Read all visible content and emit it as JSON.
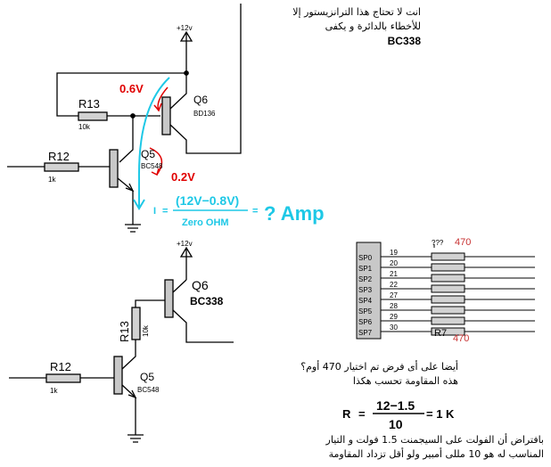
{
  "colors": {
    "wire": "#000000",
    "red": "#e00000",
    "cyan": "#1ec8e6",
    "ic_fill": "#c8c8c8",
    "res_fill": "#d2d2d2",
    "annot_red": "#c83232"
  },
  "top_circuit": {
    "vcc_label": "+12v",
    "r13_label": "R13",
    "r13_value": "10k",
    "r12_label": "R12",
    "r12_value": "1k",
    "q6_label": "Q6",
    "q6_part": "BD136",
    "q5_label": "Q5",
    "q5_part": "BC548",
    "voltage_1": "0.6V",
    "voltage_2": "0.2V"
  },
  "current_equation": {
    "lhs": "I",
    "equals": "=",
    "numerator": "(12V−0.8V)",
    "denominator": "Zero OHM",
    "equals2": "=",
    "result": "? Amp"
  },
  "bottom_circuit": {
    "vcc_label": "+12v",
    "r13_label": "R13",
    "r13_value": "10k",
    "r12_label": "R12",
    "r12_value": "1k",
    "q6_label": "Q6",
    "q6_part": "BC338",
    "q5_label": "Q5",
    "q5_part": "BC548"
  },
  "resistor_network": {
    "pins": [
      "SP0",
      "SP1",
      "SP2",
      "SP3",
      "SP4",
      "SP5",
      "SP6",
      "SP7"
    ],
    "pin_numbers": [
      "19",
      "20",
      "21",
      "22",
      "27",
      "28",
      "29",
      "30"
    ],
    "top_value": "470",
    "top_partial": "???",
    "label": "R7",
    "bottom_value": "470"
  },
  "text_top_right": {
    "line1": "انت لا تحتاج هذا الترانزيستور إلا",
    "line2": "للأخطاء بالدائرة و يكفى",
    "line3": "BC338"
  },
  "text_middle_right": {
    "line1": "أيضا على أى فرض تم اختيار 470 أوم؟",
    "line2": "هذه المقاومة تحسب هكذا"
  },
  "resistance_equation": {
    "lhs": "R",
    "equals": "=",
    "numerator": "12−1.5",
    "denominator": "10",
    "result": "= 1 K"
  },
  "text_bottom_right": {
    "line1": "بافتراض أن الفولت على السيجمنت 1.5 فولت و التيار",
    "line2": "المناسب له هو 10 مللى أمبير ولو أقل تزداد المقاومة"
  }
}
